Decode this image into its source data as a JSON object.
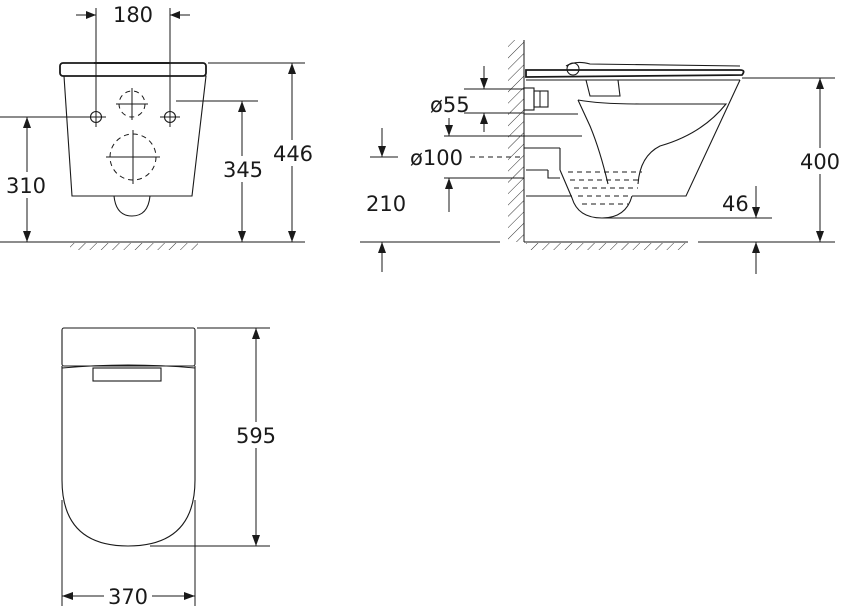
{
  "dimensions": {
    "front_top_spacing": "180",
    "front_total_height": "446",
    "front_lower_height": "310",
    "front_inner_height": "345",
    "side_supply_diameter": "ø55",
    "side_waste_diameter": "ø100",
    "side_waste_height": "210",
    "side_total_height": "400",
    "side_rim_offset": "46",
    "top_length": "595",
    "top_width": "370"
  }
}
